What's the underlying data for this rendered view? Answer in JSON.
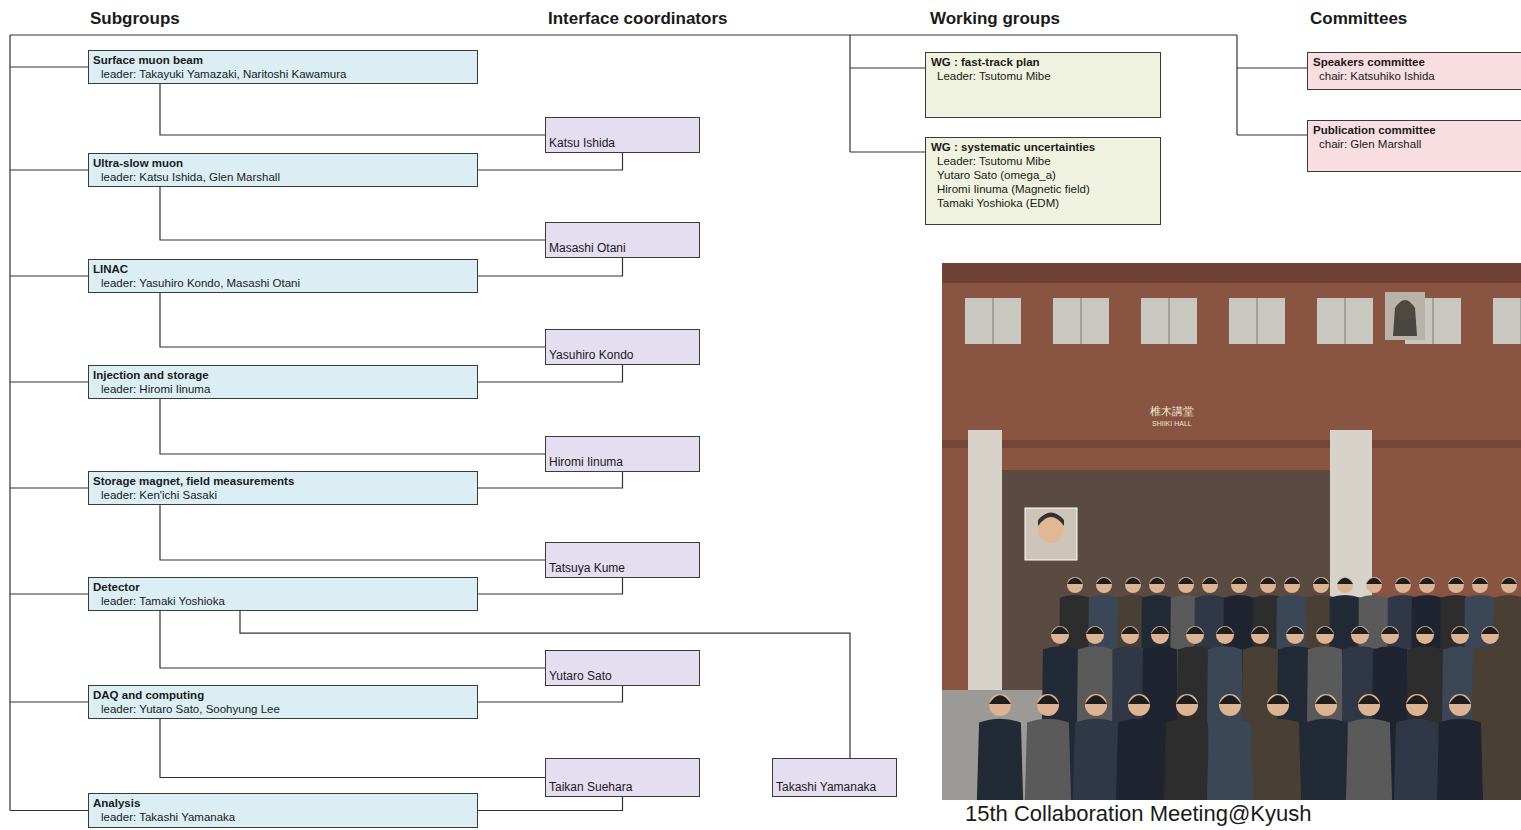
{
  "diagram": {
    "nodes": [
      {
        "text": [
          "Surface muon beam",
          "leader: Takayuki Yamazaki, Naritoshi Kawamura"
        ]
      },
      {
        "text": [
          "Ultra-slow muon",
          "leader: Katsu Ishida, Glen Marshall"
        ]
      },
      {
        "text": [
          "LINAC",
          "leader: Yasuhiro Kondo, Masashi Otani"
        ]
      },
      {
        "text": [
          "Injection and storage",
          "leader: Hiromi Iinuma"
        ]
      },
      {
        "text": [
          "Storage magnet, field measurements",
          "leader: Ken'ichi Sasaki"
        ]
      },
      {
        "text": [
          "Detector",
          "leader: Tamaki Yoshioka"
        ]
      },
      {
        "text": [
          "DAQ and computing",
          "leader: Yutaro Sato, Soohyung Lee"
        ]
      },
      {
        "text": [
          "Analysis",
          "leader: Takashi Yamanaka"
        ]
      },
      {
        "text": [
          "Katsu Ishida"
        ]
      },
      {
        "text": [
          "Masashi Otani"
        ]
      },
      {
        "text": [
          "Yasuhiro Kondo"
        ]
      },
      {
        "text": [
          "Hiromi Iinuma"
        ]
      },
      {
        "text": [
          "Tatsuya Kume"
        ]
      },
      {
        "text": [
          "Yutaro Sato"
        ]
      },
      {
        "text": [
          "Taikan Suehara"
        ]
      },
      {
        "text": [
          "Takashi Yamanaka"
        ]
      },
      {
        "text": [
          "WG : fast-track plan",
          "Leader: Tsutomu Mibe"
        ]
      },
      {
        "text": [
          "WG : systematic uncertainties",
          "Leader: Tsutomu Mibe",
          "Yutaro Sato (omega_a)",
          "Hiromi Iinuma (Magnetic field)",
          "Tamaki Yoshioka (EDM)"
        ]
      },
      {
        "text": [
          "Speakers committee",
          "chair: Katsuhiko Ishida"
        ]
      },
      {
        "text": [
          "Publication committee",
          "chair: Glen Marshall"
        ]
      }
    ],
    "edges": [
      {
        "from": 0,
        "to": 8,
        "arrow": "none"
      },
      {
        "from": 8,
        "to": 1,
        "arrow": "none"
      },
      {
        "from": 1,
        "to": 9,
        "arrow": "none"
      },
      {
        "from": 9,
        "to": 2,
        "arrow": "none"
      },
      {
        "from": 2,
        "to": 10,
        "arrow": "none"
      },
      {
        "from": 10,
        "to": 3,
        "arrow": "none"
      },
      {
        "from": 3,
        "to": 11,
        "arrow": "none"
      },
      {
        "from": 11,
        "to": 4,
        "arrow": "none"
      },
      {
        "from": 4,
        "to": 12,
        "arrow": "none"
      },
      {
        "from": 12,
        "to": 5,
        "arrow": "none"
      },
      {
        "from": 5,
        "to": 13,
        "arrow": "none"
      },
      {
        "from": 13,
        "to": 6,
        "arrow": "none"
      },
      {
        "from": 6,
        "to": 14,
        "arrow": "none"
      },
      {
        "from": 14,
        "to": 7,
        "arrow": "none"
      },
      {
        "from": 5,
        "to": 15,
        "arrow": "none"
      }
    ],
    "labels": [
      "Subgroups",
      "Interface coordinators",
      "Working groups",
      "Committees",
      "椎木講堂",
      "SHIIKI HALL",
      "15th Collaboration Meeting@Kyush"
    ]
  }
}
